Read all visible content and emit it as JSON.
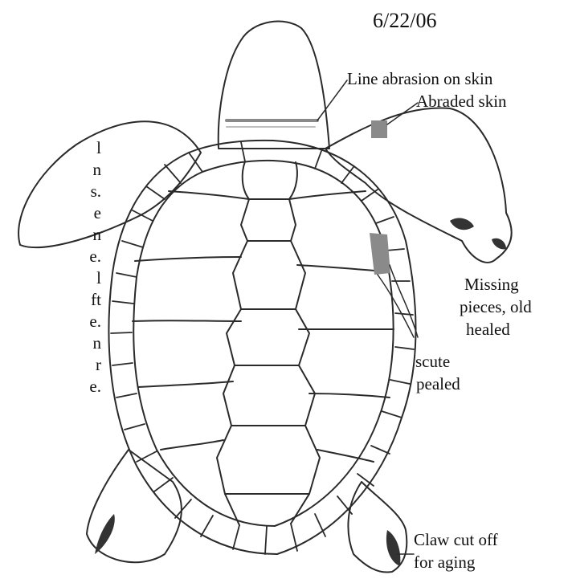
{
  "date": "6/22/06",
  "annotations": {
    "line_abrasion": "Line abrasion on skin",
    "abraded_skin": "Abraded skin",
    "missing_pieces": [
      "Missing",
      "pieces, old",
      "healed"
    ],
    "scute": [
      "scute",
      "pealed"
    ],
    "claw": [
      "Claw cut off",
      "for aging"
    ]
  },
  "left_text_fragments": [
    "l",
    "n",
    "s.",
    "e",
    "n",
    "e.",
    "l",
    "ft",
    "e.",
    "n",
    "r",
    "e."
  ],
  "colors": {
    "line": "#2a2a2a",
    "shading": "#8a8a8a",
    "dark_shading": "#333333"
  }
}
